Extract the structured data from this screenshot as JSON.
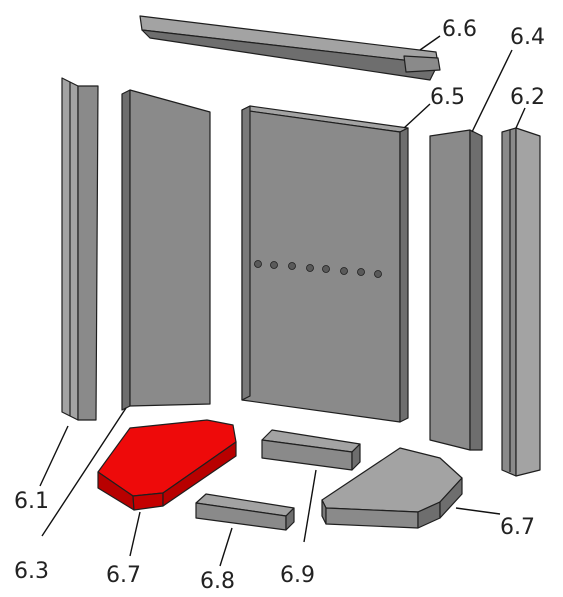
{
  "labels": {
    "l61": "6.1",
    "l62": "6.2",
    "l63": "6.3",
    "l64": "6.4",
    "l65": "6.5",
    "l66": "6.6",
    "l67a": "6.7",
    "l67b": "6.7",
    "l68": "6.8",
    "l69": "6.9"
  },
  "colors": {
    "part_face": "#8a8a8a",
    "part_side": "#6e6e6e",
    "part_top": "#a3a3a3",
    "highlight_face": "#ee0a0a",
    "highlight_side": "#b80000",
    "outline": "#1f1f1f"
  }
}
